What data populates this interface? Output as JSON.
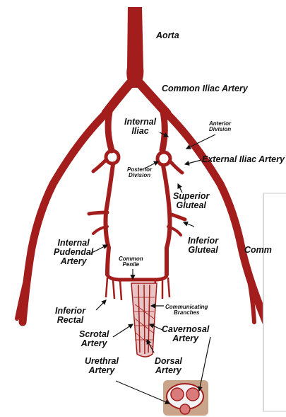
{
  "diagram": {
    "labels": {
      "aorta": "Aorta",
      "common_iliac": "Common Iliac Artery",
      "internal_iliac": "Internal\nIliac",
      "anterior_division": "Anterior\nDivision",
      "external_iliac": "External Iliac Artery",
      "posterior_division": "Posterior\nDivision",
      "superior_gluteal": "Superior\nGluteal",
      "inferior_gluteal": "Inferior\nGluteal",
      "comm_partial": "Comm",
      "internal_pudendal": "Internal\nPudendal\nArtery",
      "common_penile": "Common\nPenile",
      "communicating_branches": "Communicating\nBranches",
      "inferior_rectal": "Inferior\nRectal",
      "cavernosal": "Cavernosal\nArtery",
      "scrotal": "Scrotal\nArtery",
      "dorsal": "Dorsal\nArtery",
      "urethral": "Urethral\nArtery"
    },
    "colors": {
      "artery": "#a31d1d",
      "shaft": "#e8c4c4",
      "cross_section_bg": "#c9a48a",
      "text": "#111111"
    }
  }
}
